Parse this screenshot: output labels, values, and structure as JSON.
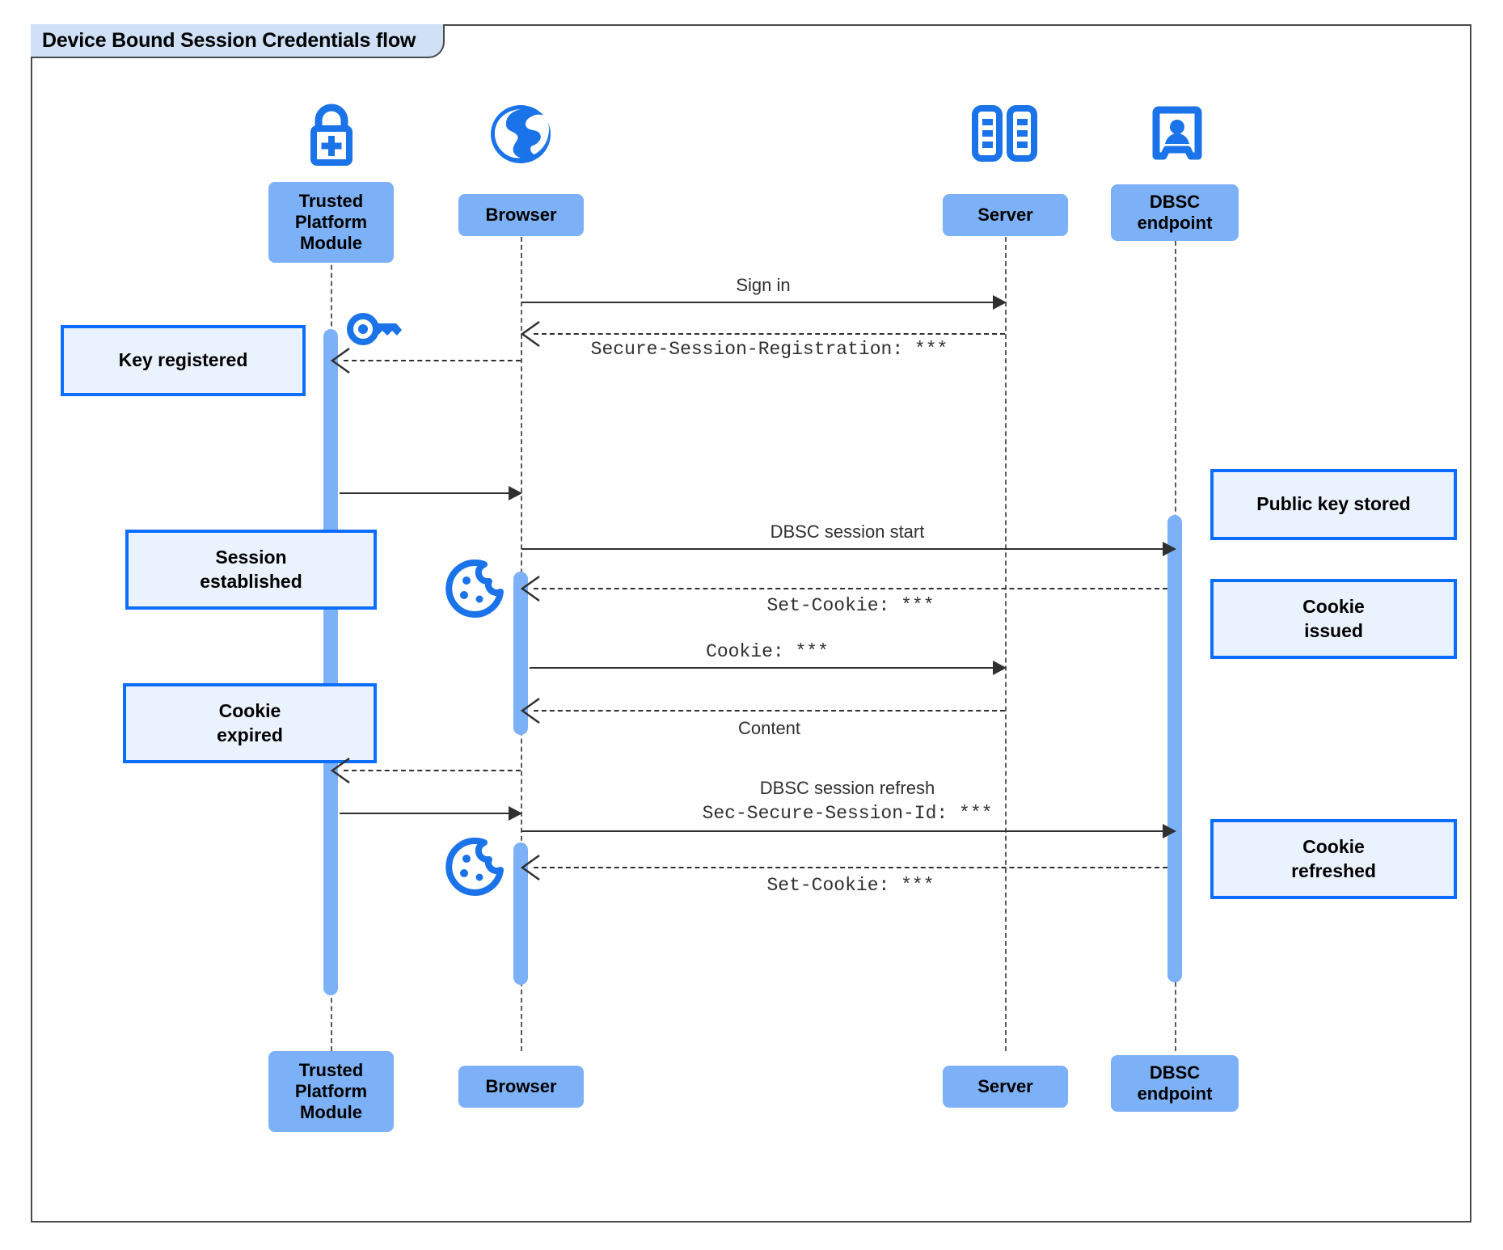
{
  "diagram": {
    "title": "Device Bound Session Credentials flow",
    "type": "uml-sequence-diagram",
    "colors": {
      "participant_fill": "#7cb1f7",
      "activation_fill": "#7cb1f7",
      "note_fill": "#eaf2fe",
      "note_border": "#0d6efd",
      "icon_blue": "#1a73e8",
      "frame_border": "#4a4a4a",
      "frame_tab_fill": "#cfe0f7",
      "line": "#303030"
    }
  },
  "participants": [
    {
      "id": "tpm",
      "label": "Trusted\nPlatform\nModule",
      "icon": "lock-plus-icon"
    },
    {
      "id": "browser",
      "label": "Browser",
      "icon": "globe-icon"
    },
    {
      "id": "server",
      "label": "Server",
      "icon": "server-racks-icon"
    },
    {
      "id": "dbsc",
      "label": "DBSC\nendpoint",
      "icon": "id-badge-icon"
    }
  ],
  "participants_top": {
    "tpm": "Trusted\nPlatform\nModule",
    "browser": "Browser",
    "server": "Server",
    "dbsc": "DBSC\nendpoint"
  },
  "participants_bottom": {
    "tpm": "Trusted\nPlatform\nModule",
    "browser": "Browser",
    "server": "Server",
    "dbsc": "DBSC\nendpoint"
  },
  "messages": [
    {
      "id": "m1",
      "from": "browser",
      "to": "server",
      "label": "Sign in",
      "style": "solid",
      "mono": false
    },
    {
      "id": "m2",
      "from": "server",
      "to": "browser",
      "label": "Secure-Session-Registration: ***",
      "style": "dashed",
      "mono": true
    },
    {
      "id": "m3",
      "from": "browser",
      "to": "tpm",
      "label": "",
      "style": "dashed",
      "mono": false
    },
    {
      "id": "m4",
      "from": "tpm",
      "to": "browser",
      "label": "",
      "style": "solid",
      "mono": false
    },
    {
      "id": "m5",
      "from": "browser",
      "to": "dbsc",
      "label": "DBSC session start",
      "style": "solid",
      "mono": false
    },
    {
      "id": "m6",
      "from": "dbsc",
      "to": "browser",
      "label": "Set-Cookie: ***",
      "style": "dashed",
      "mono": true
    },
    {
      "id": "m7",
      "from": "browser",
      "to": "server",
      "label": "Cookie: ***",
      "style": "solid",
      "mono": true
    },
    {
      "id": "m8",
      "from": "server",
      "to": "browser",
      "label": "Content",
      "style": "dashed",
      "mono": false
    },
    {
      "id": "m9",
      "from": "browser",
      "to": "tpm",
      "label": "",
      "style": "dashed",
      "mono": false
    },
    {
      "id": "m10",
      "from": "tpm",
      "to": "browser",
      "label": "",
      "style": "solid",
      "mono": false
    },
    {
      "id": "m11",
      "from": "browser",
      "to": "dbsc",
      "label": "DBSC session refresh",
      "style": "solid",
      "mono": false
    },
    {
      "id": "m12",
      "from": "browser",
      "to": "dbsc",
      "label": "Sec-Secure-Session-Id: ***",
      "style": "solid",
      "mono": true
    },
    {
      "id": "m13",
      "from": "dbsc",
      "to": "browser",
      "label": "Set-Cookie: ***",
      "style": "dashed",
      "mono": true
    }
  ],
  "message_labels": {
    "sign_in": "Sign in",
    "secure_session_registration": "Secure-Session-Registration: ***",
    "dbsc_session_start": "DBSC session start",
    "set_cookie_1": "Set-Cookie: ***",
    "cookie": "Cookie: ***",
    "content": "Content",
    "dbsc_session_refresh": "DBSC session refresh",
    "sec_secure_session_id": "Sec-Secure-Session-Id: ***",
    "set_cookie_2": "Set-Cookie: ***"
  },
  "notes": [
    {
      "id": "key_registered",
      "text": "Key registered",
      "side": "left",
      "attached_to": "tpm"
    },
    {
      "id": "session_established",
      "text": "Session\nestablished",
      "side": "left",
      "attached_to": "tpm"
    },
    {
      "id": "cookie_expired",
      "text": "Cookie\nexpired",
      "side": "left",
      "attached_to": "tpm"
    },
    {
      "id": "public_key_stored",
      "text": "Public key stored",
      "side": "right",
      "attached_to": "dbsc"
    },
    {
      "id": "cookie_issued",
      "text": "Cookie\nissued",
      "side": "right",
      "attached_to": "dbsc"
    },
    {
      "id": "cookie_refreshed",
      "text": "Cookie\nrefreshed",
      "side": "right",
      "attached_to": "dbsc"
    }
  ],
  "note_text": {
    "key_registered": "Key registered",
    "session_established_l1": "Session",
    "session_established_l2": "established",
    "cookie_expired_l1": "Cookie",
    "cookie_expired_l2": "expired",
    "public_key_stored": "Public key stored",
    "cookie_issued_l1": "Cookie",
    "cookie_issued_l2": "issued",
    "cookie_refreshed_l1": "Cookie",
    "cookie_refreshed_l2": "refreshed"
  },
  "participant_text": {
    "tpm_l1": "Trusted",
    "tpm_l2": "Platform",
    "tpm_l3": "Module",
    "browser": "Browser",
    "server": "Server",
    "dbsc_l1": "DBSC",
    "dbsc_l2": "endpoint"
  },
  "inline_icons": [
    {
      "id": "key_icon",
      "name": "key-icon",
      "near": "tpm-lifeline"
    },
    {
      "id": "cookie_icon_1",
      "name": "cookie-icon",
      "near": "browser-lifeline"
    },
    {
      "id": "cookie_icon_2",
      "name": "cookie-icon",
      "near": "browser-lifeline"
    }
  ]
}
